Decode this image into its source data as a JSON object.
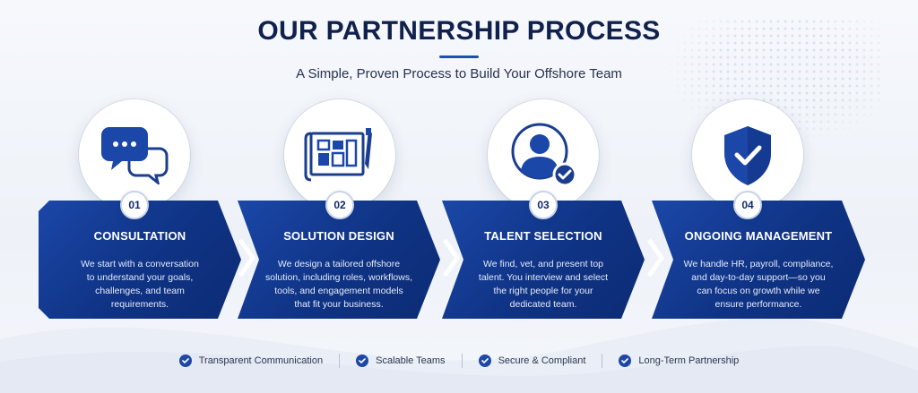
{
  "header": {
    "title": "OUR PARTNERSHIP PROCESS",
    "subtitle": "A Simple, Proven Process to Build Your Offshore Team"
  },
  "steps": [
    {
      "number": "01",
      "title": "CONSULTATION",
      "icon": "chat-bubbles-icon",
      "desc_lines": [
        "We start with a conversation",
        "to understand your goals,",
        "challenges, and team",
        "requirements."
      ]
    },
    {
      "number": "02",
      "title": "SOLUTION DESIGN",
      "icon": "blueprint-icon",
      "desc_lines": [
        "We design a tailored offshore",
        "solution, including roles, workflows,",
        "tools, and engagement models",
        "that fit your business."
      ]
    },
    {
      "number": "03",
      "title": "TALENT SELECTION",
      "icon": "user-check-icon",
      "desc_lines": [
        "We find, vet, and present top",
        "talent. You interview and select",
        "the right people for your",
        "dedicated team."
      ]
    },
    {
      "number": "04",
      "title": "ONGOING MANAGEMENT",
      "icon": "shield-check-icon",
      "desc_lines": [
        "We handle HR, payroll, compliance,",
        "and day-to-day support—so you",
        "can focus on growth while we",
        "ensure performance."
      ]
    }
  ],
  "features": [
    "Transparent Communication",
    "Scalable Teams",
    "Secure & Compliant",
    "Long-Term Partnership"
  ],
  "colors": {
    "navy": "#10214d",
    "primary_blue": "#1b47a8",
    "dark_blue": "#0c2b74",
    "accent": "#1f4fb0"
  }
}
